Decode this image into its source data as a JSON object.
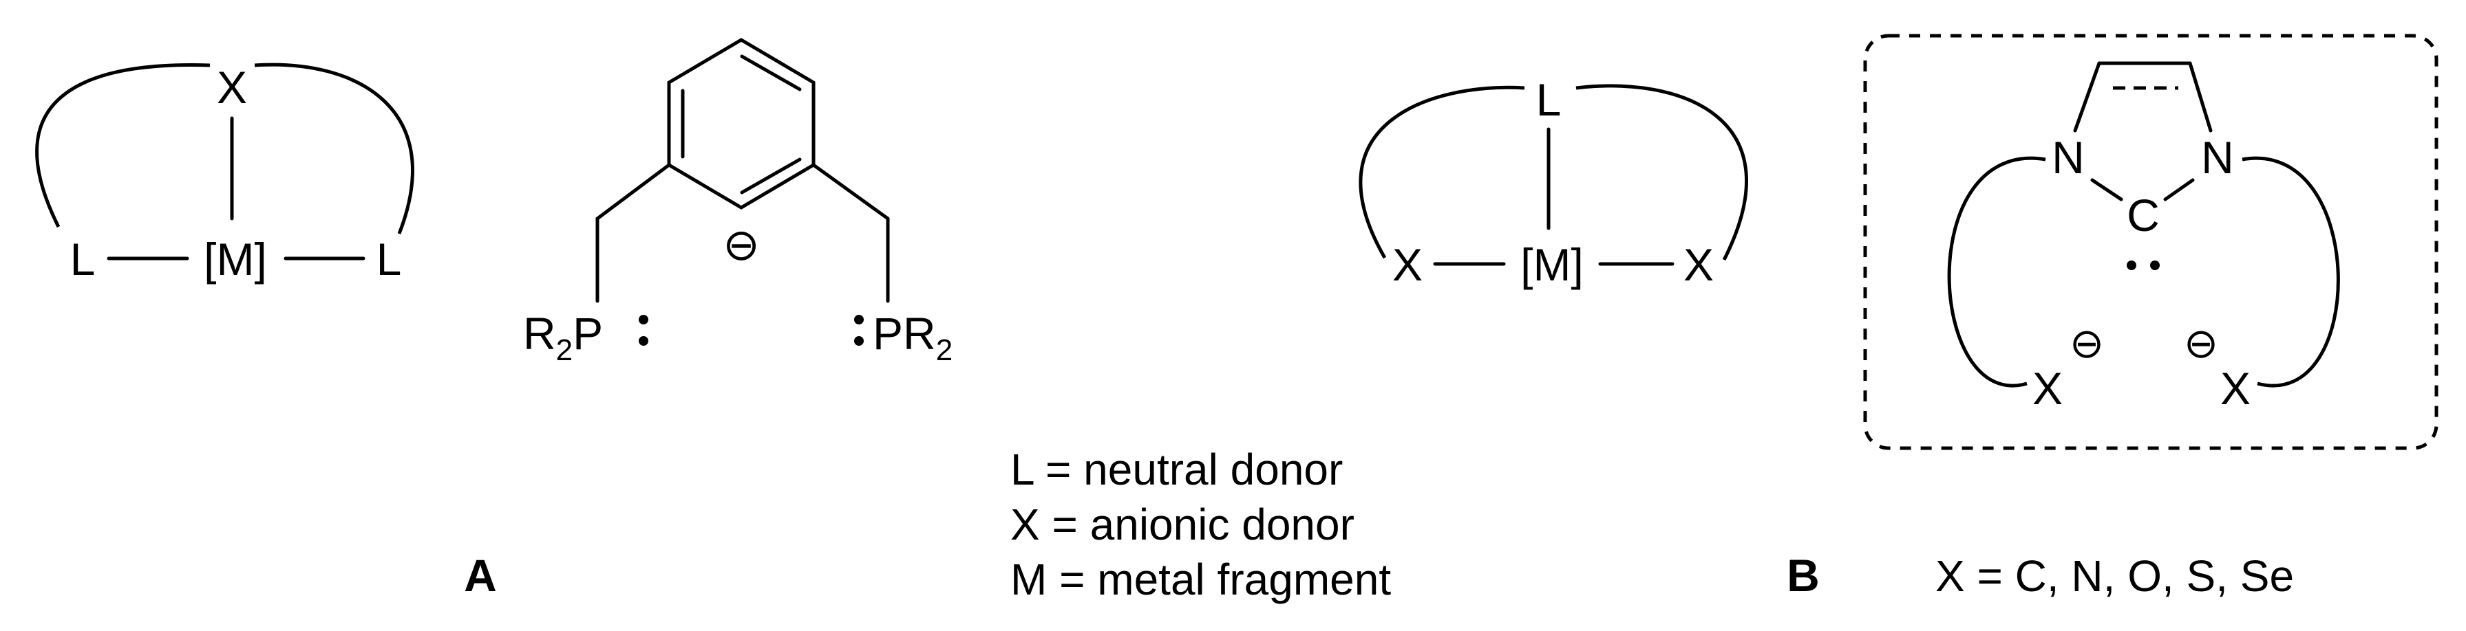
{
  "structure_a": {
    "top_atom": "X",
    "left_atom": "L",
    "metal": "[M]",
    "right_atom": "L"
  },
  "pincer": {
    "left_donor": "R",
    "left_donor_sub": "2",
    "left_donor_atom": "P",
    "right_donor_atom": "PR",
    "right_donor_sub": "2",
    "charge": "⊖"
  },
  "label_a": "A",
  "structure_b": {
    "top_atom": "L",
    "left_atom": "X",
    "metal": "[M]",
    "right_atom": "X"
  },
  "label_b": "B",
  "nhc_box": {
    "n_left": "N",
    "n_right": "N",
    "carbene": "C",
    "x_left": "X",
    "x_right": "X",
    "charge_left": "⊖",
    "charge_right": "⊖"
  },
  "legend": {
    "line1": "L = neutral donor",
    "line2": "X = anionic donor",
    "line3": "M = metal fragment"
  },
  "x_definition": "X = C, N, O, S, Se"
}
